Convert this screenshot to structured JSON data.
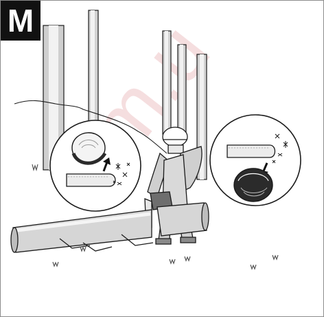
{
  "badge": {
    "letter": "M"
  },
  "colors": {
    "outline": "#1a1a1a",
    "trunk_shade": "#c9c9c9",
    "watermark": "#e2a8ad",
    "dark_wood": "#2b2b2b",
    "grass": "#555555"
  },
  "watermark": {
    "text": "om.u"
  },
  "icons": [
    "tree-trunk",
    "log",
    "worker",
    "chainsaw",
    "saw-chain-guide-bar",
    "sparks",
    "wood-cut-section",
    "arrow-up",
    "arrow-down",
    "grass-tuft"
  ]
}
